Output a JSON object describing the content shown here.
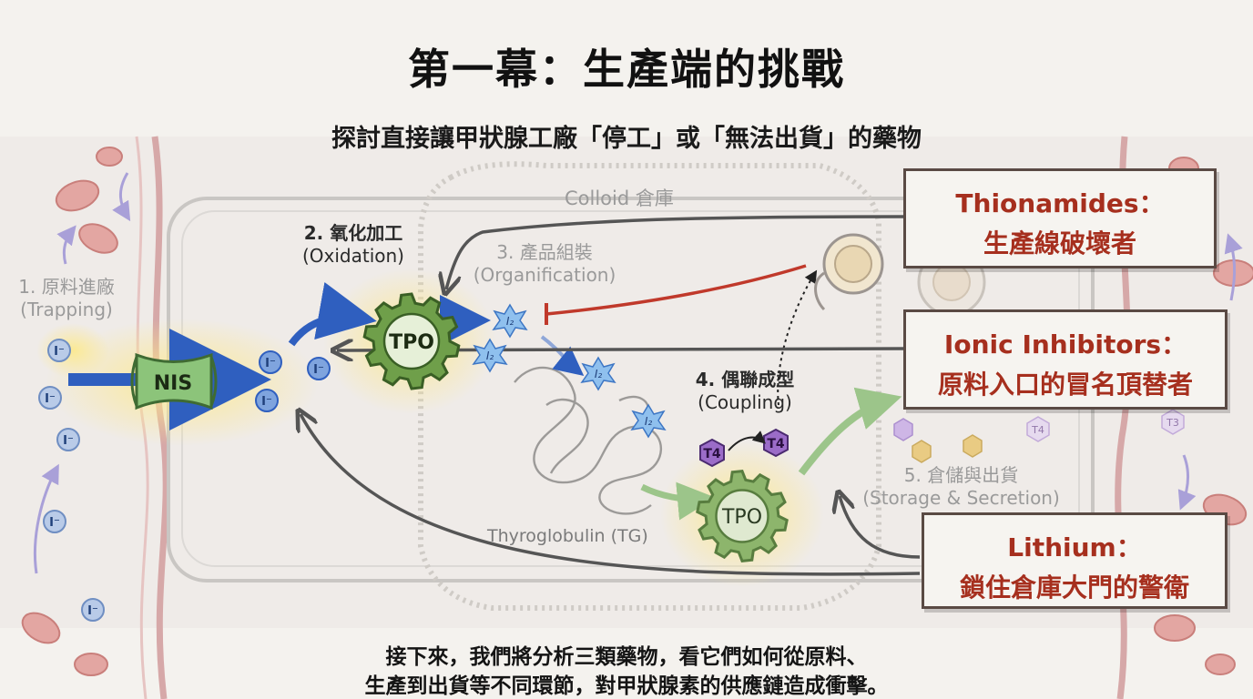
{
  "title": "第一幕：生產端的挑戰",
  "subtitle": "探討直接讓甲狀腺工廠「停工」或「無法出貨」的藥物",
  "steps": {
    "trapping_zh": "1. 原料進廠",
    "trapping_en": "(Trapping)",
    "oxidation_zh": "2. 氧化加工",
    "oxidation_en": "(Oxidation)",
    "organification_zh": "3. 產品組裝",
    "organification_en": "(Organification)",
    "coupling_zh": "4. 偶聯成型",
    "coupling_en": "(Coupling)",
    "storage_zh": "5. 倉儲與出貨",
    "storage_en": "(Storage & Secretion)"
  },
  "labels": {
    "colloid": "Colloid 倉庫",
    "thyroglobulin": "Thyroglobulin (TG)",
    "nis": "NIS",
    "tpo": "TPO",
    "iodide": "I⁻",
    "iodine": "I₂",
    "t4": "T4",
    "t3": "T3"
  },
  "drugs": {
    "thionamides_en": "Thionamides：",
    "thionamides_zh": "生產線破壞者",
    "ionic_en": "Ionic Inhibitors：",
    "ionic_zh": "原料入口的冒名頂替者",
    "lithium_en": "Lithium：",
    "lithium_zh": "鎖住倉庫大門的警衛"
  },
  "footer": {
    "line1": "接下來，我們將分析三類藥物，看它們如何從原料、",
    "line2": "生產到出貨等不同環節，對甲狀腺素的供應鏈造成衝擊。"
  },
  "colors": {
    "drug_text": "#a62f1e",
    "inhibit_arrow": "#c0392b",
    "process_arrow": "#2f5fbf",
    "gear": "#6f9f4a",
    "nis": "#8cc47a",
    "blood_cell": "#d98b88",
    "hormone": "#8e5cc0"
  }
}
